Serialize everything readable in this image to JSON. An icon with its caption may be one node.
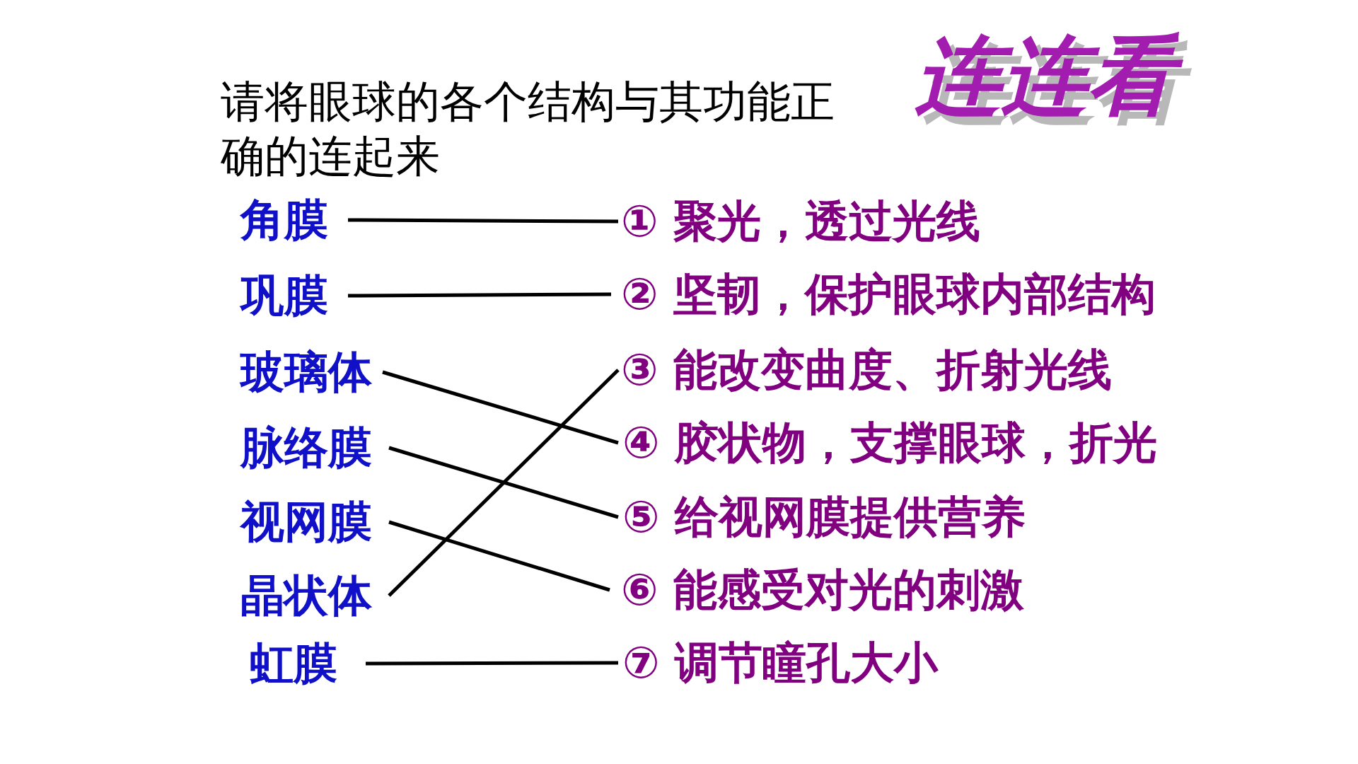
{
  "diagram": {
    "title": "连连看",
    "nodes": [
      {
        "text": [
          "角膜"
        ]
      },
      {
        "text": [
          "巩膜"
        ]
      },
      {
        "text": [
          "玻璃体"
        ]
      },
      {
        "text": [
          "脉络膜"
        ]
      },
      {
        "text": [
          "视网膜"
        ]
      },
      {
        "text": [
          "晶状体"
        ]
      },
      {
        "text": [
          "虹膜"
        ]
      },
      {
        "text": [
          "① 聚光，透过光线"
        ]
      },
      {
        "text": [
          "② 坚韧，保护眼球内部结构"
        ]
      },
      {
        "text": [
          "③ 能改变曲度、折射光线"
        ]
      },
      {
        "text": [
          "④ 胶状物，支撑眼球，折光"
        ]
      },
      {
        "text": [
          "⑤ 给视网膜提供营养"
        ]
      },
      {
        "text": [
          "⑥ 能感受对光的刺激"
        ]
      },
      {
        "text": [
          "⑦ 调节瞳孔大小"
        ]
      }
    ],
    "edges": [
      {
        "from": 0,
        "to": 7,
        "arrow": "none"
      },
      {
        "from": 1,
        "to": 8,
        "arrow": "none"
      },
      {
        "from": 2,
        "to": 10,
        "arrow": "none"
      },
      {
        "from": 3,
        "to": 11,
        "arrow": "none"
      },
      {
        "from": 4,
        "to": 12,
        "arrow": "none"
      },
      {
        "from": 5,
        "to": 9,
        "arrow": "none"
      },
      {
        "from": 6,
        "to": 13,
        "arrow": "none"
      }
    ],
    "labels": [
      "请将眼球的各个结构与其功能正确的连起来"
    ]
  }
}
